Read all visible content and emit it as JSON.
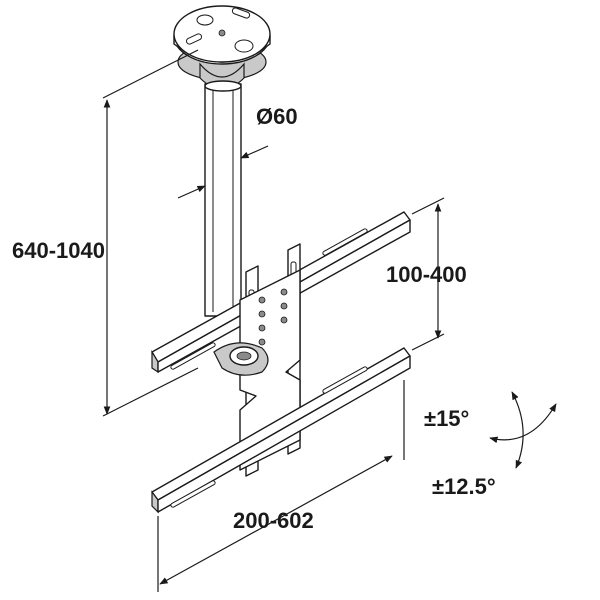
{
  "dimensions": {
    "pole_diameter": "Ø60",
    "height_range": "640-1040",
    "vertical_spacing": "100-400",
    "horizontal_width": "200-602",
    "tilt": "±15°",
    "swivel": "±12.5°"
  }
}
